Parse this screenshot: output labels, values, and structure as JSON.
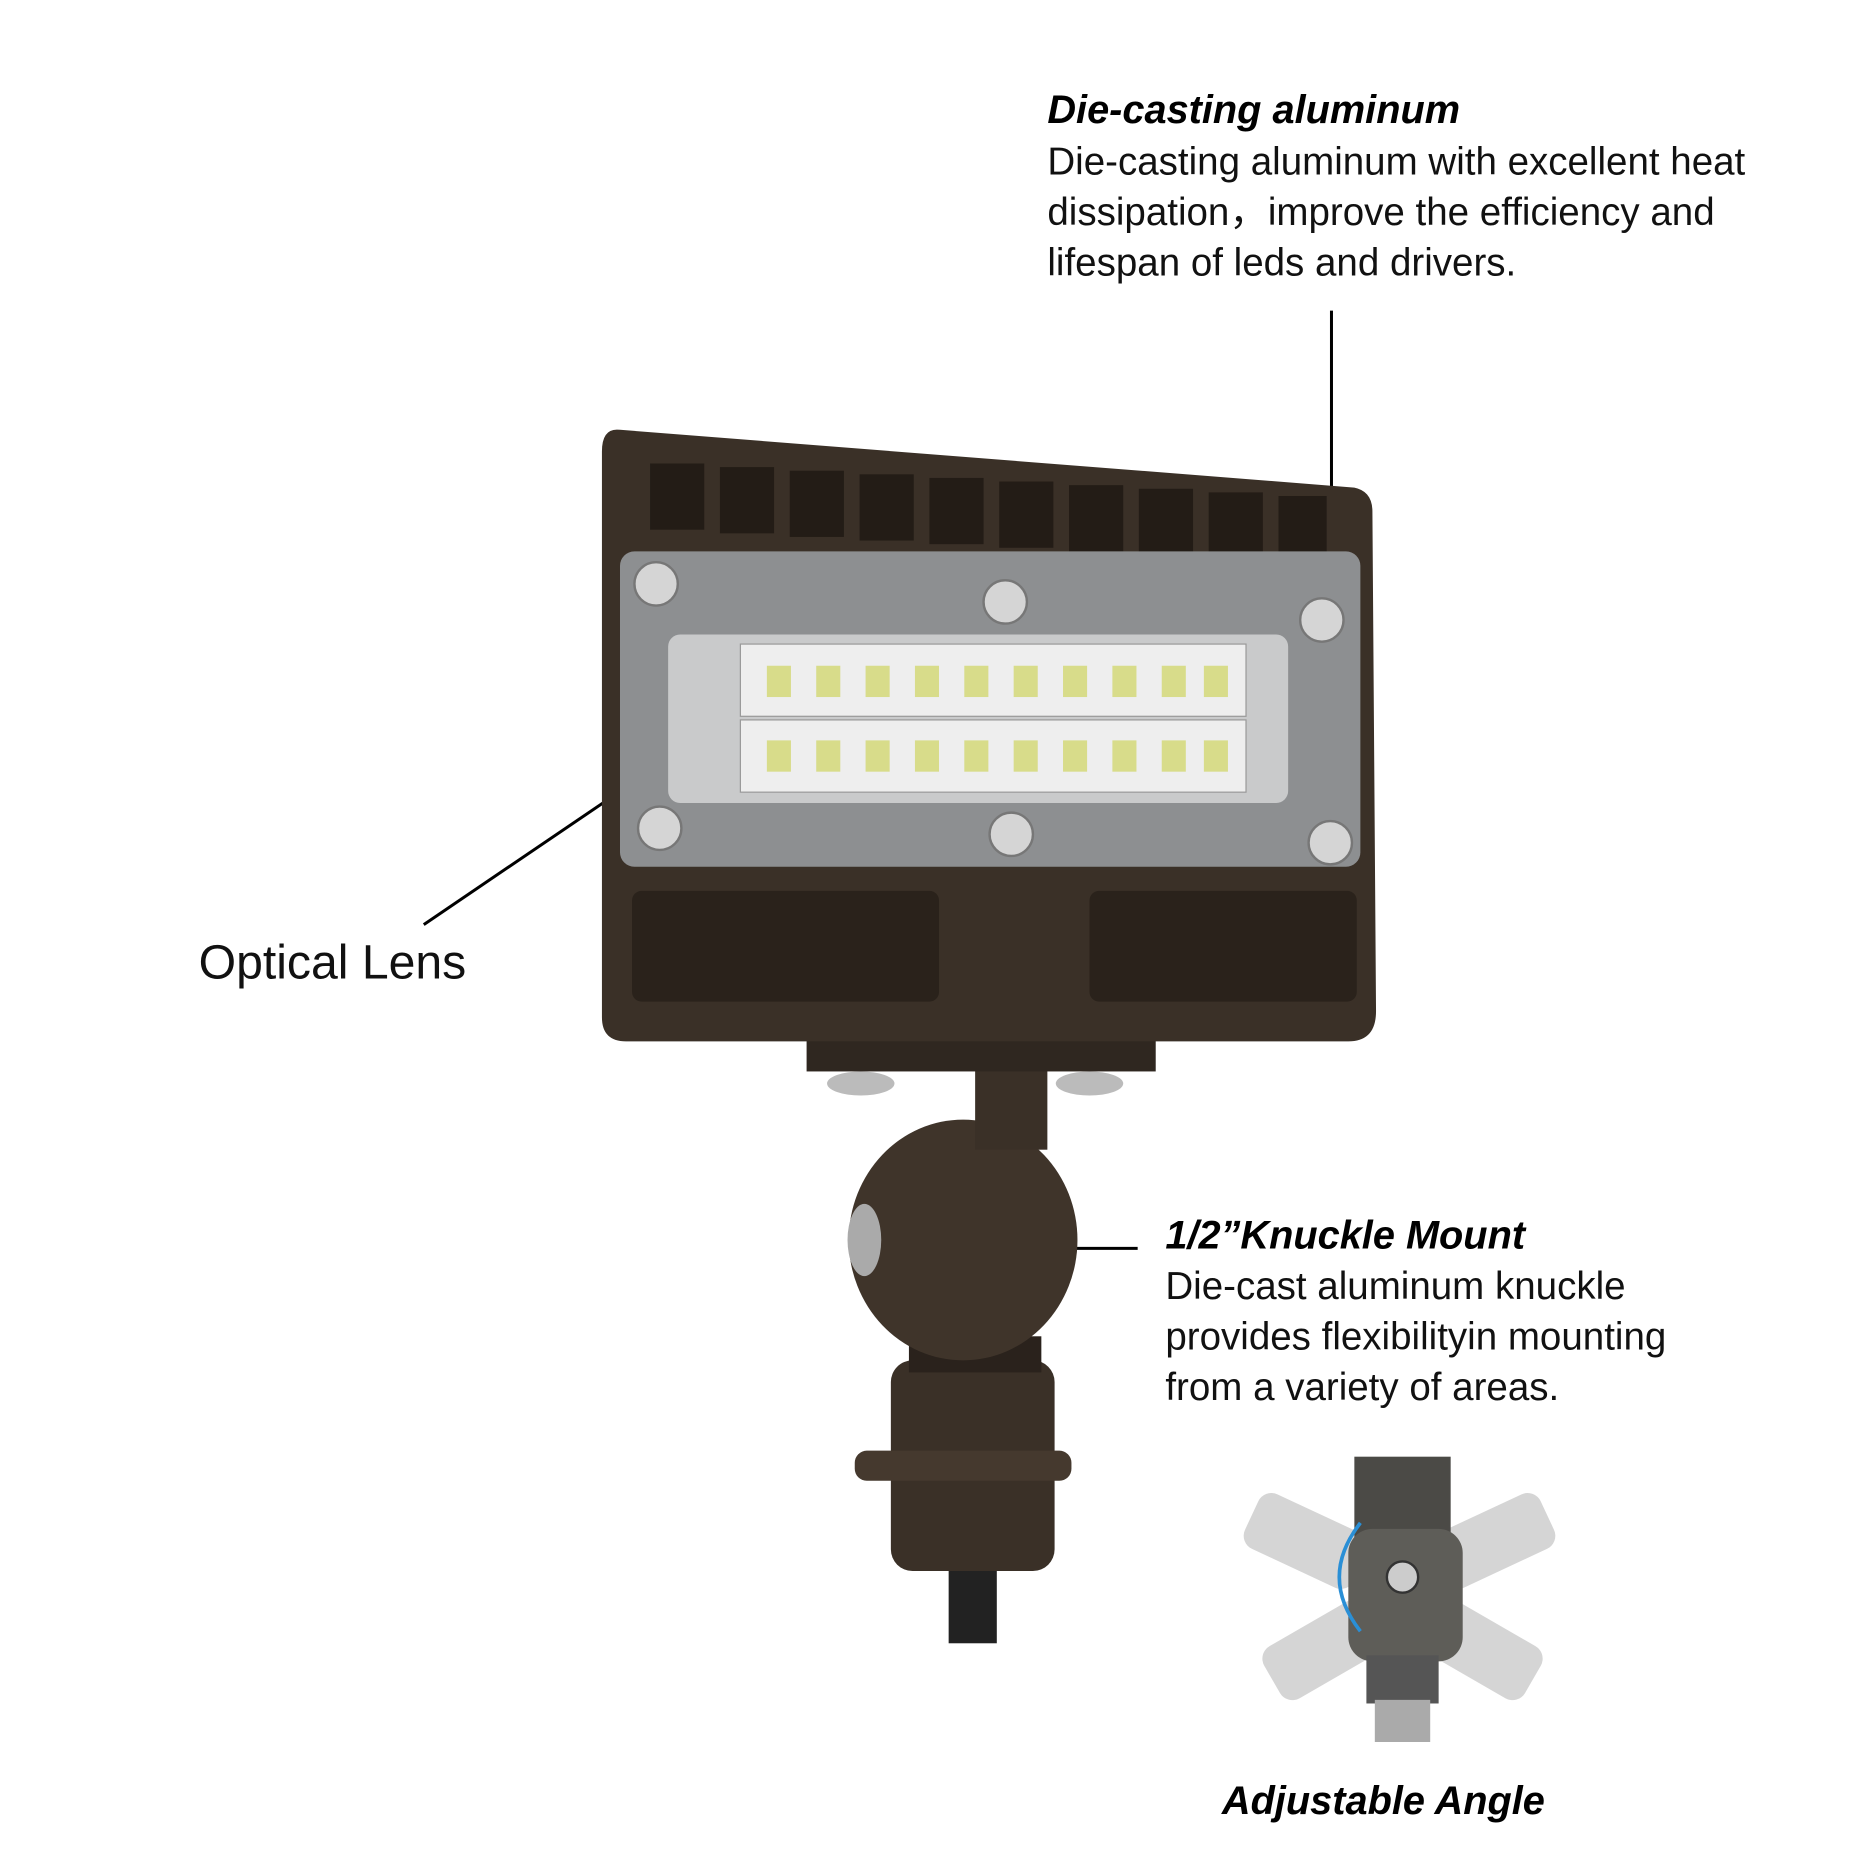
{
  "callouts": {
    "die_casting": {
      "title": "Die-casting aluminum",
      "lines": [
        "Die-casting aluminum with excellent heat",
        "dissipation，improve the efficiency and",
        "lifespan of leds and drivers."
      ]
    },
    "optical_lens": {
      "label": "Optical Lens"
    },
    "knuckle": {
      "title": "1/2”Knuckle Mount",
      "lines": [
        "Die-cast aluminum knuckle",
        "provides flexibilityin mounting",
        "from a variety of areas."
      ]
    },
    "adjustable_angle": {
      "label": "Adjustable Angle"
    }
  },
  "colors": {
    "housing": "#3a3027",
    "lens": "#8d8f91",
    "led": "#d8dc8a",
    "arrow": "#2a8fd6"
  }
}
